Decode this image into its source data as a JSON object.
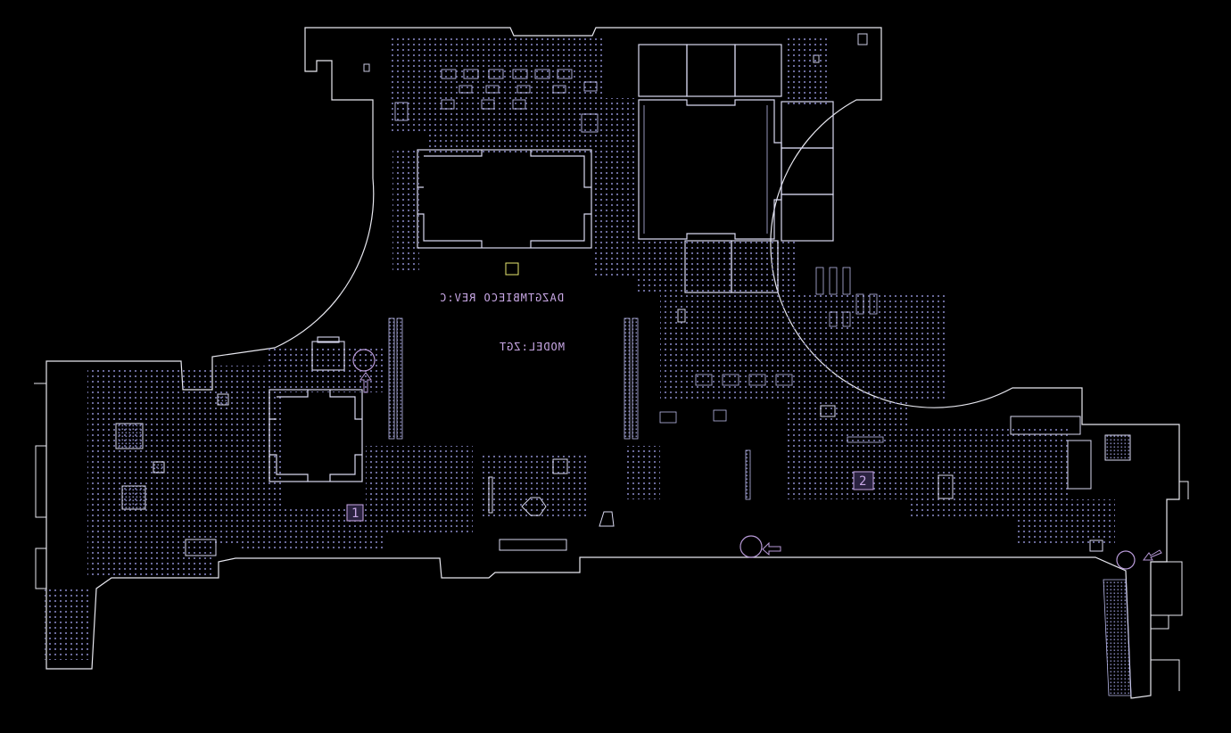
{
  "board": {
    "silkscreen_code": "DAZGTMBIECO  REV:C",
    "silkscreen_model": "MODEL:ZGT",
    "marker_1": "1",
    "marker_2": "2"
  },
  "colors": {
    "background": "#000000",
    "outline": "#e8e8f0",
    "silkscreen": "#c9a8e6",
    "component": "#b8b8e8",
    "chip": "#d8d8f0",
    "pad": "#8a8ab8",
    "highlight": "#e8e870"
  }
}
